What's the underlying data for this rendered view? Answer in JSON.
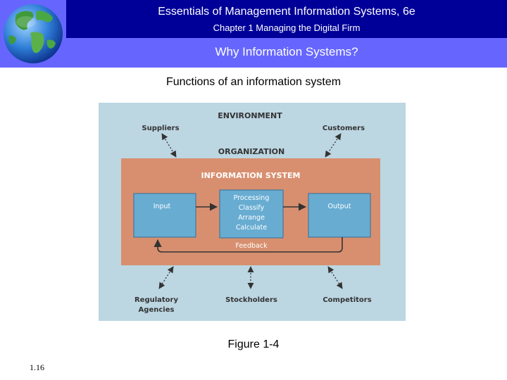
{
  "header": {
    "course_title": "Essentials of Management Information Systems, 6e",
    "chapter_title": "Chapter 1 Managing the Digital Firm",
    "slide_heading": "Why Information Systems?"
  },
  "slide": {
    "subtitle": "Functions of an information system",
    "caption": "Figure 1-4",
    "page_number": "1.16"
  },
  "diagram": {
    "environment_label": "ENVIRONMENT",
    "organization_label": "ORGANIZATION",
    "information_system_label": "INFORMATION SYSTEM",
    "top_entities": [
      "Suppliers",
      "Customers"
    ],
    "bottom_entities": [
      {
        "line1": "Regulatory",
        "line2": "Agencies"
      },
      {
        "line1": "Stockholders",
        "line2": ""
      },
      {
        "line1": "Competitors",
        "line2": ""
      }
    ],
    "input_label": "Input",
    "output_label": "Output",
    "processing_lines": [
      "Processing",
      "Classify",
      "Arrange",
      "Calculate"
    ],
    "feedback_label": "Feedback",
    "colors": {
      "header_band": "#000099",
      "subheader_band": "#6666ff",
      "environment_bg": "#bcd6e2",
      "organization_bg": "#d88f6f",
      "box_fill": "#68acd2",
      "label_text": "#333333"
    }
  }
}
